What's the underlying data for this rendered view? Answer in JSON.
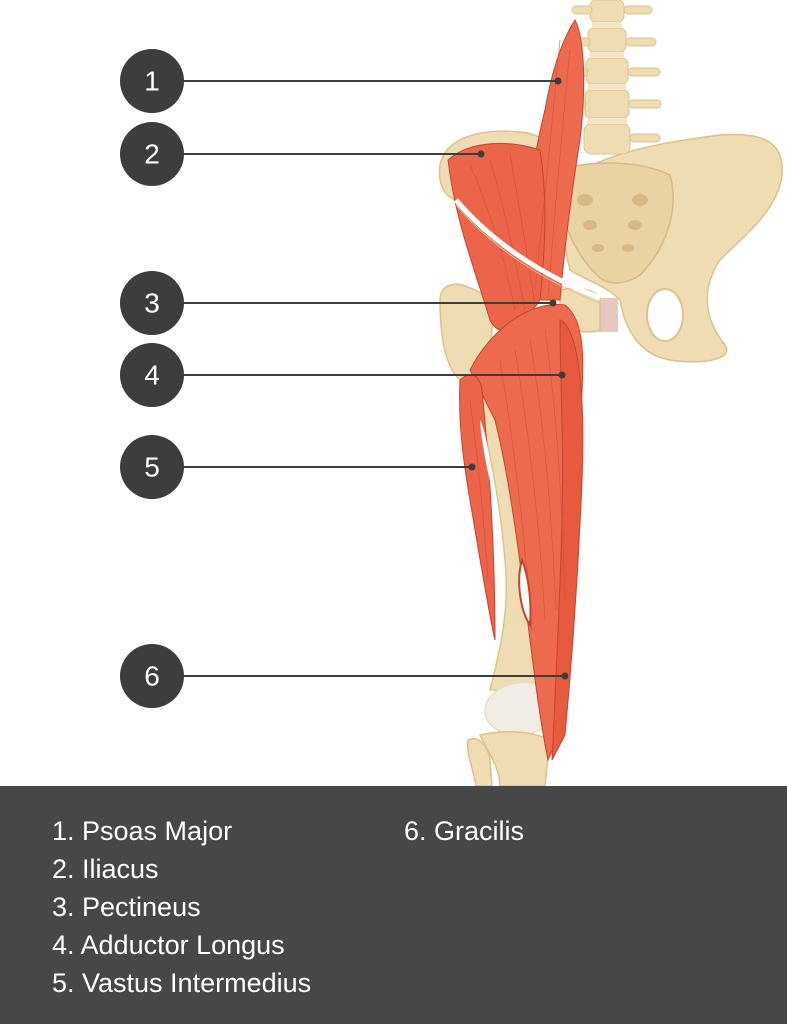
{
  "colors": {
    "muscle": "#ee6a4e",
    "muscle_dark": "#c8432c",
    "bone": "#efdcb2",
    "bone_shadow": "#dcc28f",
    "cartilage": "#f2ede4",
    "marker_fill": "#3d3d3d",
    "leader_line": "#3d3d3d",
    "legend_background": "#474747",
    "legend_text": "#ffffff"
  },
  "markers": [
    {
      "number": "1",
      "label": "Psoas Major"
    },
    {
      "number": "2",
      "label": "Iliacus"
    },
    {
      "number": "3",
      "label": "Pectineus"
    },
    {
      "number": "4",
      "label": "Adductor Longus"
    },
    {
      "number": "5",
      "label": "Vastus Intermedius"
    },
    {
      "number": "6",
      "label": "Gracilis"
    }
  ],
  "legend": {
    "items": [
      "1. Psoas Major",
      "2. Iliacus",
      "3. Pectineus",
      "4. Adductor Longus",
      "5. Vastus Intermedius",
      "6. Gracilis"
    ]
  }
}
